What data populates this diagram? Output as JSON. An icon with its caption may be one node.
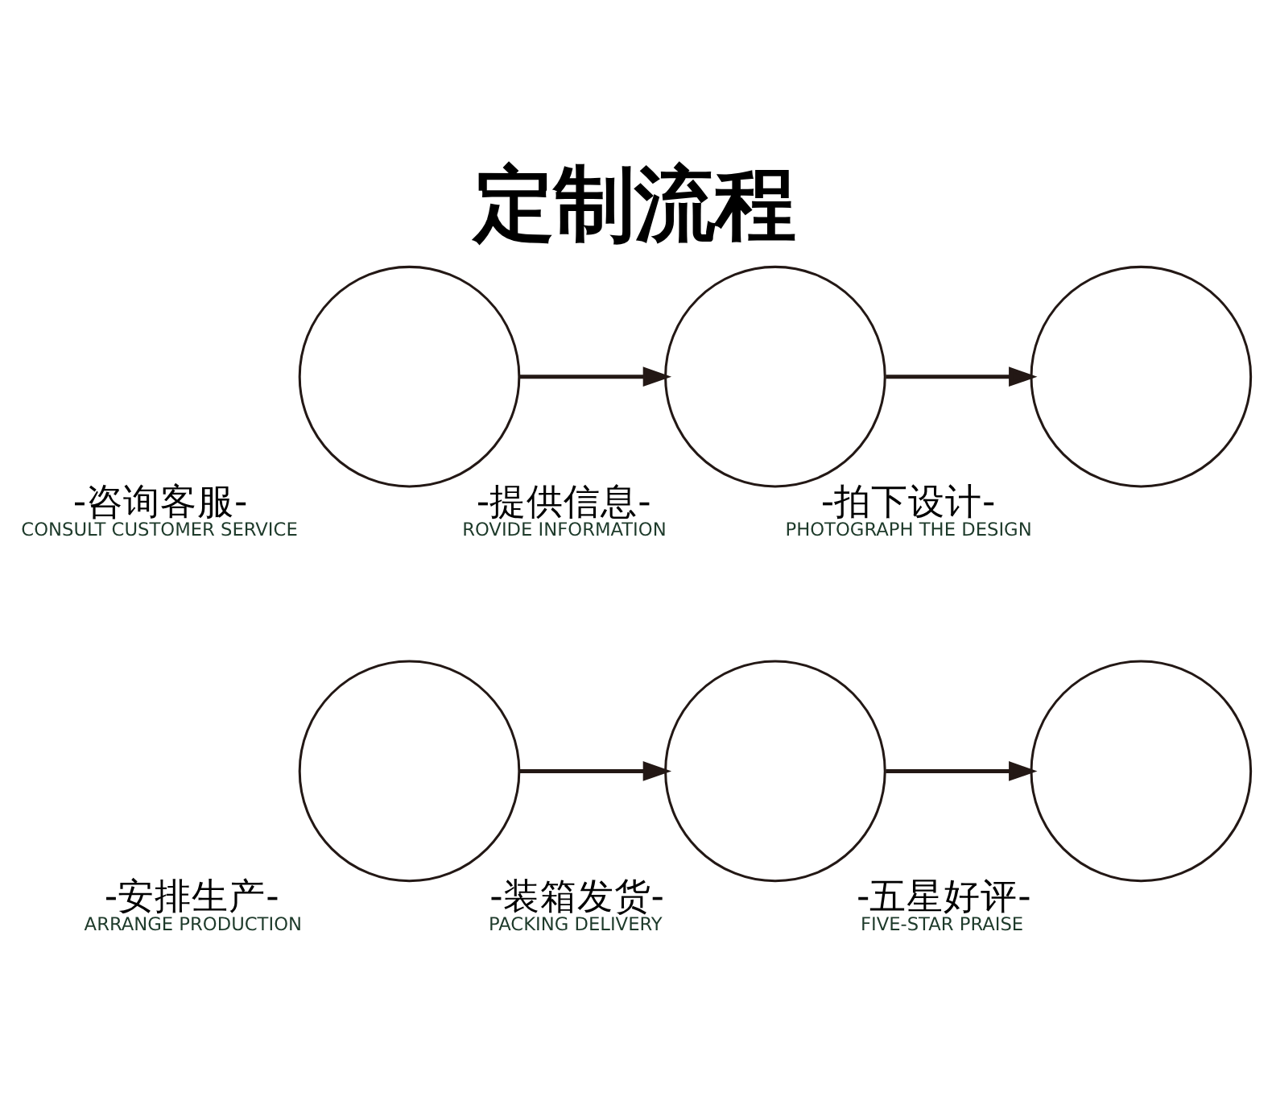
{
  "diagram": {
    "title": "定制流程",
    "nodes": [
      {
        "text": [],
        "shape": "circle",
        "beside": [
          "-咨询客服-",
          "CONSULT CUSTOMER SERVICE"
        ]
      },
      {
        "text": [],
        "shape": "circle",
        "beside": [
          "-提供信息-",
          "ROVIDE INFORMATION"
        ]
      },
      {
        "text": [],
        "shape": "circle",
        "beside": [
          "-拍下设计-",
          "PHOTOGRAPH THE DESIGN"
        ]
      },
      {
        "text": [],
        "shape": "circle",
        "beside": [
          "-安排生产-",
          "ARRANGE PRODUCTION"
        ]
      },
      {
        "text": [],
        "shape": "circle",
        "beside": [
          "-装箱发货-",
          "PACKING DELIVERY"
        ]
      },
      {
        "text": [],
        "shape": "circle",
        "beside": [
          "-五星好评-",
          "FIVE-STAR PRAISE"
        ]
      }
    ],
    "edges": [
      {
        "from": 0,
        "to": 1,
        "arrow": "to"
      },
      {
        "from": 1,
        "to": 2,
        "arrow": "to"
      },
      {
        "from": 3,
        "to": 4,
        "arrow": "to"
      },
      {
        "from": 4,
        "to": 5,
        "arrow": "to"
      }
    ]
  }
}
